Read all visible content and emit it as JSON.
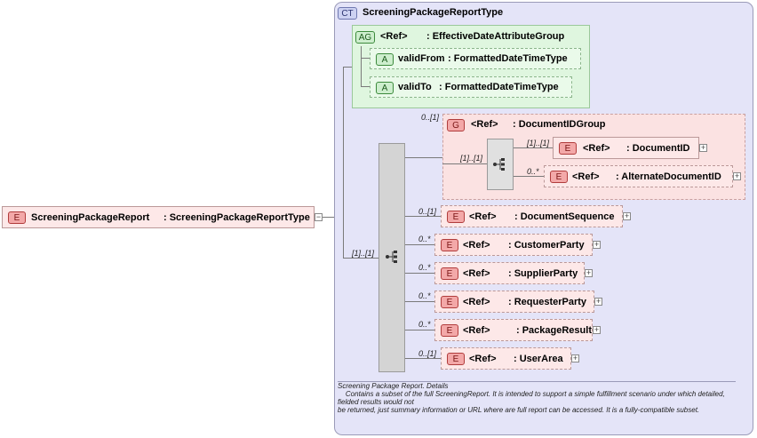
{
  "root": {
    "badge": "E",
    "name": "ScreeningPackageReport",
    "type": ": ScreeningPackageReportType",
    "collapse": "−"
  },
  "complexType": {
    "badge": "CT",
    "name": "ScreeningPackageReportType"
  },
  "attributeGroup": {
    "badge": "AG",
    "ref": "<Ref>",
    "name": ": EffectiveDateAttributeGroup",
    "attributes": [
      {
        "badge": "A",
        "name": "validFrom",
        "type": ": FormattedDateTimeType"
      },
      {
        "badge": "A",
        "name": "validTo",
        "type": ": FormattedDateTimeType"
      }
    ]
  },
  "sequenceCardinality": "[1]..[1]",
  "group": {
    "badge": "G",
    "ref": "<Ref>",
    "name": ": DocumentIDGroup",
    "cardinality": "0..[1]",
    "innerCardinality": "[1]..[1]",
    "elements": [
      {
        "badge": "E",
        "ref": "<Ref>",
        "name": ": DocumentID",
        "cardinality": "[1]..[1]",
        "expand": "+"
      },
      {
        "badge": "E",
        "ref": "<Ref>",
        "name": ": AlternateDocumentID",
        "cardinality": "0..*",
        "expand": "+"
      }
    ]
  },
  "elements": [
    {
      "badge": "E",
      "ref": "<Ref>",
      "name": ": DocumentSequence",
      "cardinality": "0..[1]",
      "expand": "+"
    },
    {
      "badge": "E",
      "ref": "<Ref>",
      "name": ": CustomerParty",
      "cardinality": "0..*",
      "expand": "+"
    },
    {
      "badge": "E",
      "ref": "<Ref>",
      "name": ": SupplierParty",
      "cardinality": "0..*",
      "expand": "+"
    },
    {
      "badge": "E",
      "ref": "<Ref>",
      "name": ": RequesterParty",
      "cardinality": "0..*",
      "expand": "+"
    },
    {
      "badge": "E",
      "ref": "<Ref>",
      "name": ": PackageResult",
      "cardinality": "0..*",
      "expand": "+"
    },
    {
      "badge": "E",
      "ref": "<Ref>",
      "name": ": UserArea",
      "cardinality": "0..[1]",
      "expand": "+"
    }
  ],
  "documentation": {
    "line1": "Screening Package Report. Details",
    "line2": "    Contains a subset of the full ScreeningReport. It is intended to support a simple fulfillment scenario under which detailed, fielded results would not",
    "line3": "be returned, just summary information or URL where are full report can be accessed. It is a fully-compatible subset."
  }
}
